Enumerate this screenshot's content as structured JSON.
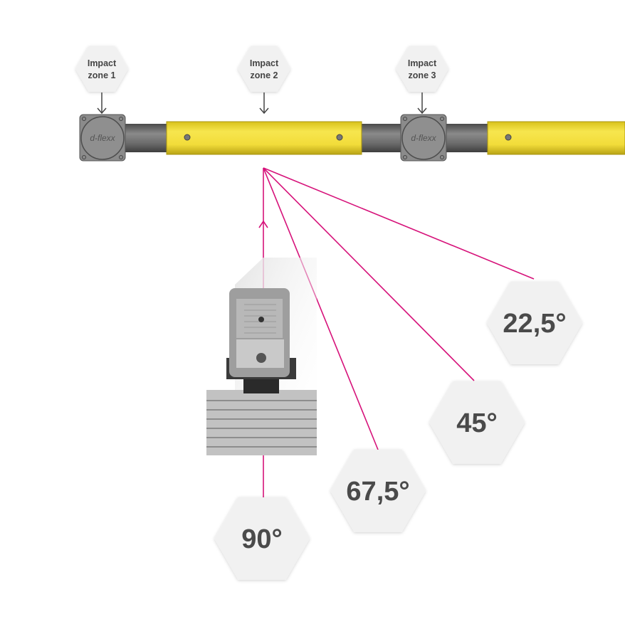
{
  "impact_zones": [
    {
      "line1": "Impact",
      "line2": "zone 1"
    },
    {
      "line1": "Impact",
      "line2": "zone 2"
    },
    {
      "line1": "Impact",
      "line2": "zone 3"
    }
  ],
  "brand_logo": "d-flexx",
  "angles": [
    {
      "label": "90°"
    },
    {
      "label": "67,5°"
    },
    {
      "label": "45°"
    },
    {
      "label": "22,5°"
    }
  ],
  "colors": {
    "accent": "#d6127a",
    "pipe_yellow": "#f2dc3a",
    "pipe_gray": "#6f6f6f",
    "hex_fill": "#f1f1f1"
  }
}
